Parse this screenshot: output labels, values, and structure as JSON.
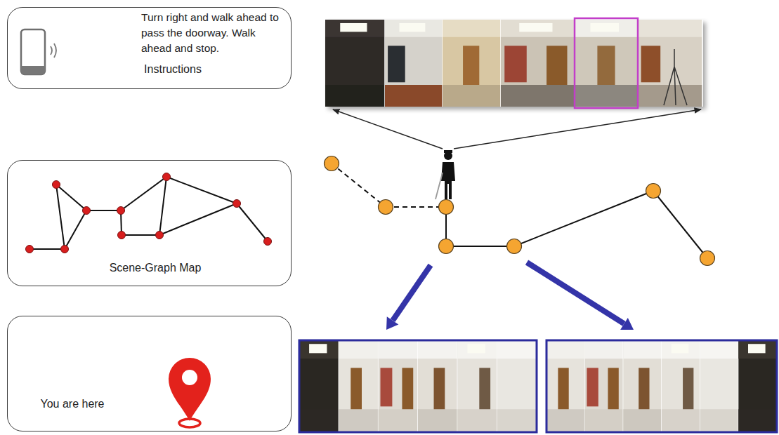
{
  "diagram": {
    "nodes": [
      {
        "text": [
          "Turn right and walk ahead to pass the doorway. Walk ahead and stop.",
          "Instructions"
        ]
      },
      {
        "text": [
          "Scene-Graph Map"
        ]
      },
      {
        "text": [
          "You are here"
        ]
      }
    ]
  }
}
